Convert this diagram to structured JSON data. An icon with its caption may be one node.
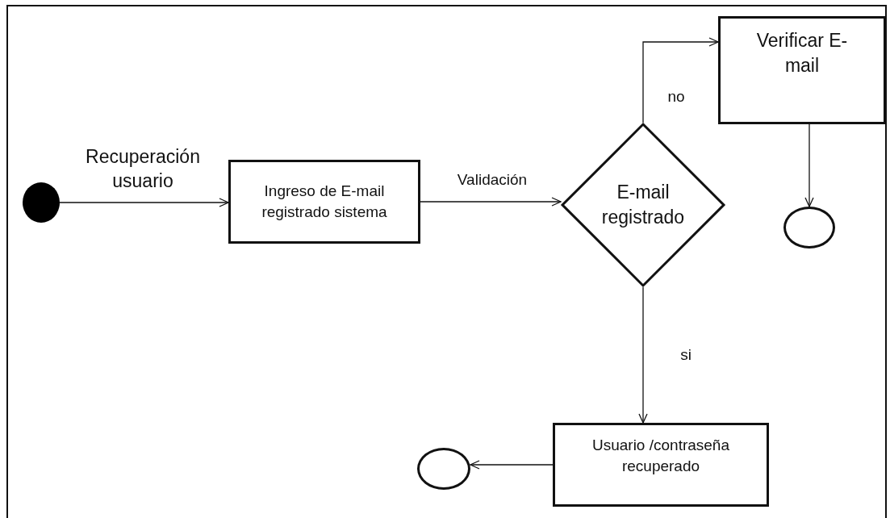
{
  "diagram": {
    "nodes": [
      {
        "text": [],
        "shape": "circle"
      },
      {
        "text": [
          "Ingreso de E-mail registrado sistema"
        ]
      },
      {
        "text": [
          "E-mail registrado"
        ]
      },
      {
        "text": [
          "Verificar E-mail"
        ]
      },
      {
        "text": [],
        "shape": "circle"
      },
      {
        "text": [
          "Usuario /contraseña recuperado"
        ]
      },
      {
        "text": [],
        "shape": "circle"
      }
    ],
    "edges": [
      {
        "from": 0,
        "to": 1,
        "arrow": "to",
        "label": "Recuperación usuario"
      },
      {
        "from": 1,
        "to": 2,
        "arrow": "to",
        "label": "Validación"
      },
      {
        "from": 2,
        "to": 3,
        "arrow": "to",
        "label": "no"
      },
      {
        "from": 3,
        "to": 4,
        "arrow": "to"
      },
      {
        "from": 2,
        "to": 5,
        "arrow": "to",
        "label": "si"
      },
      {
        "from": 5,
        "to": 6,
        "arrow": "to"
      }
    ]
  }
}
